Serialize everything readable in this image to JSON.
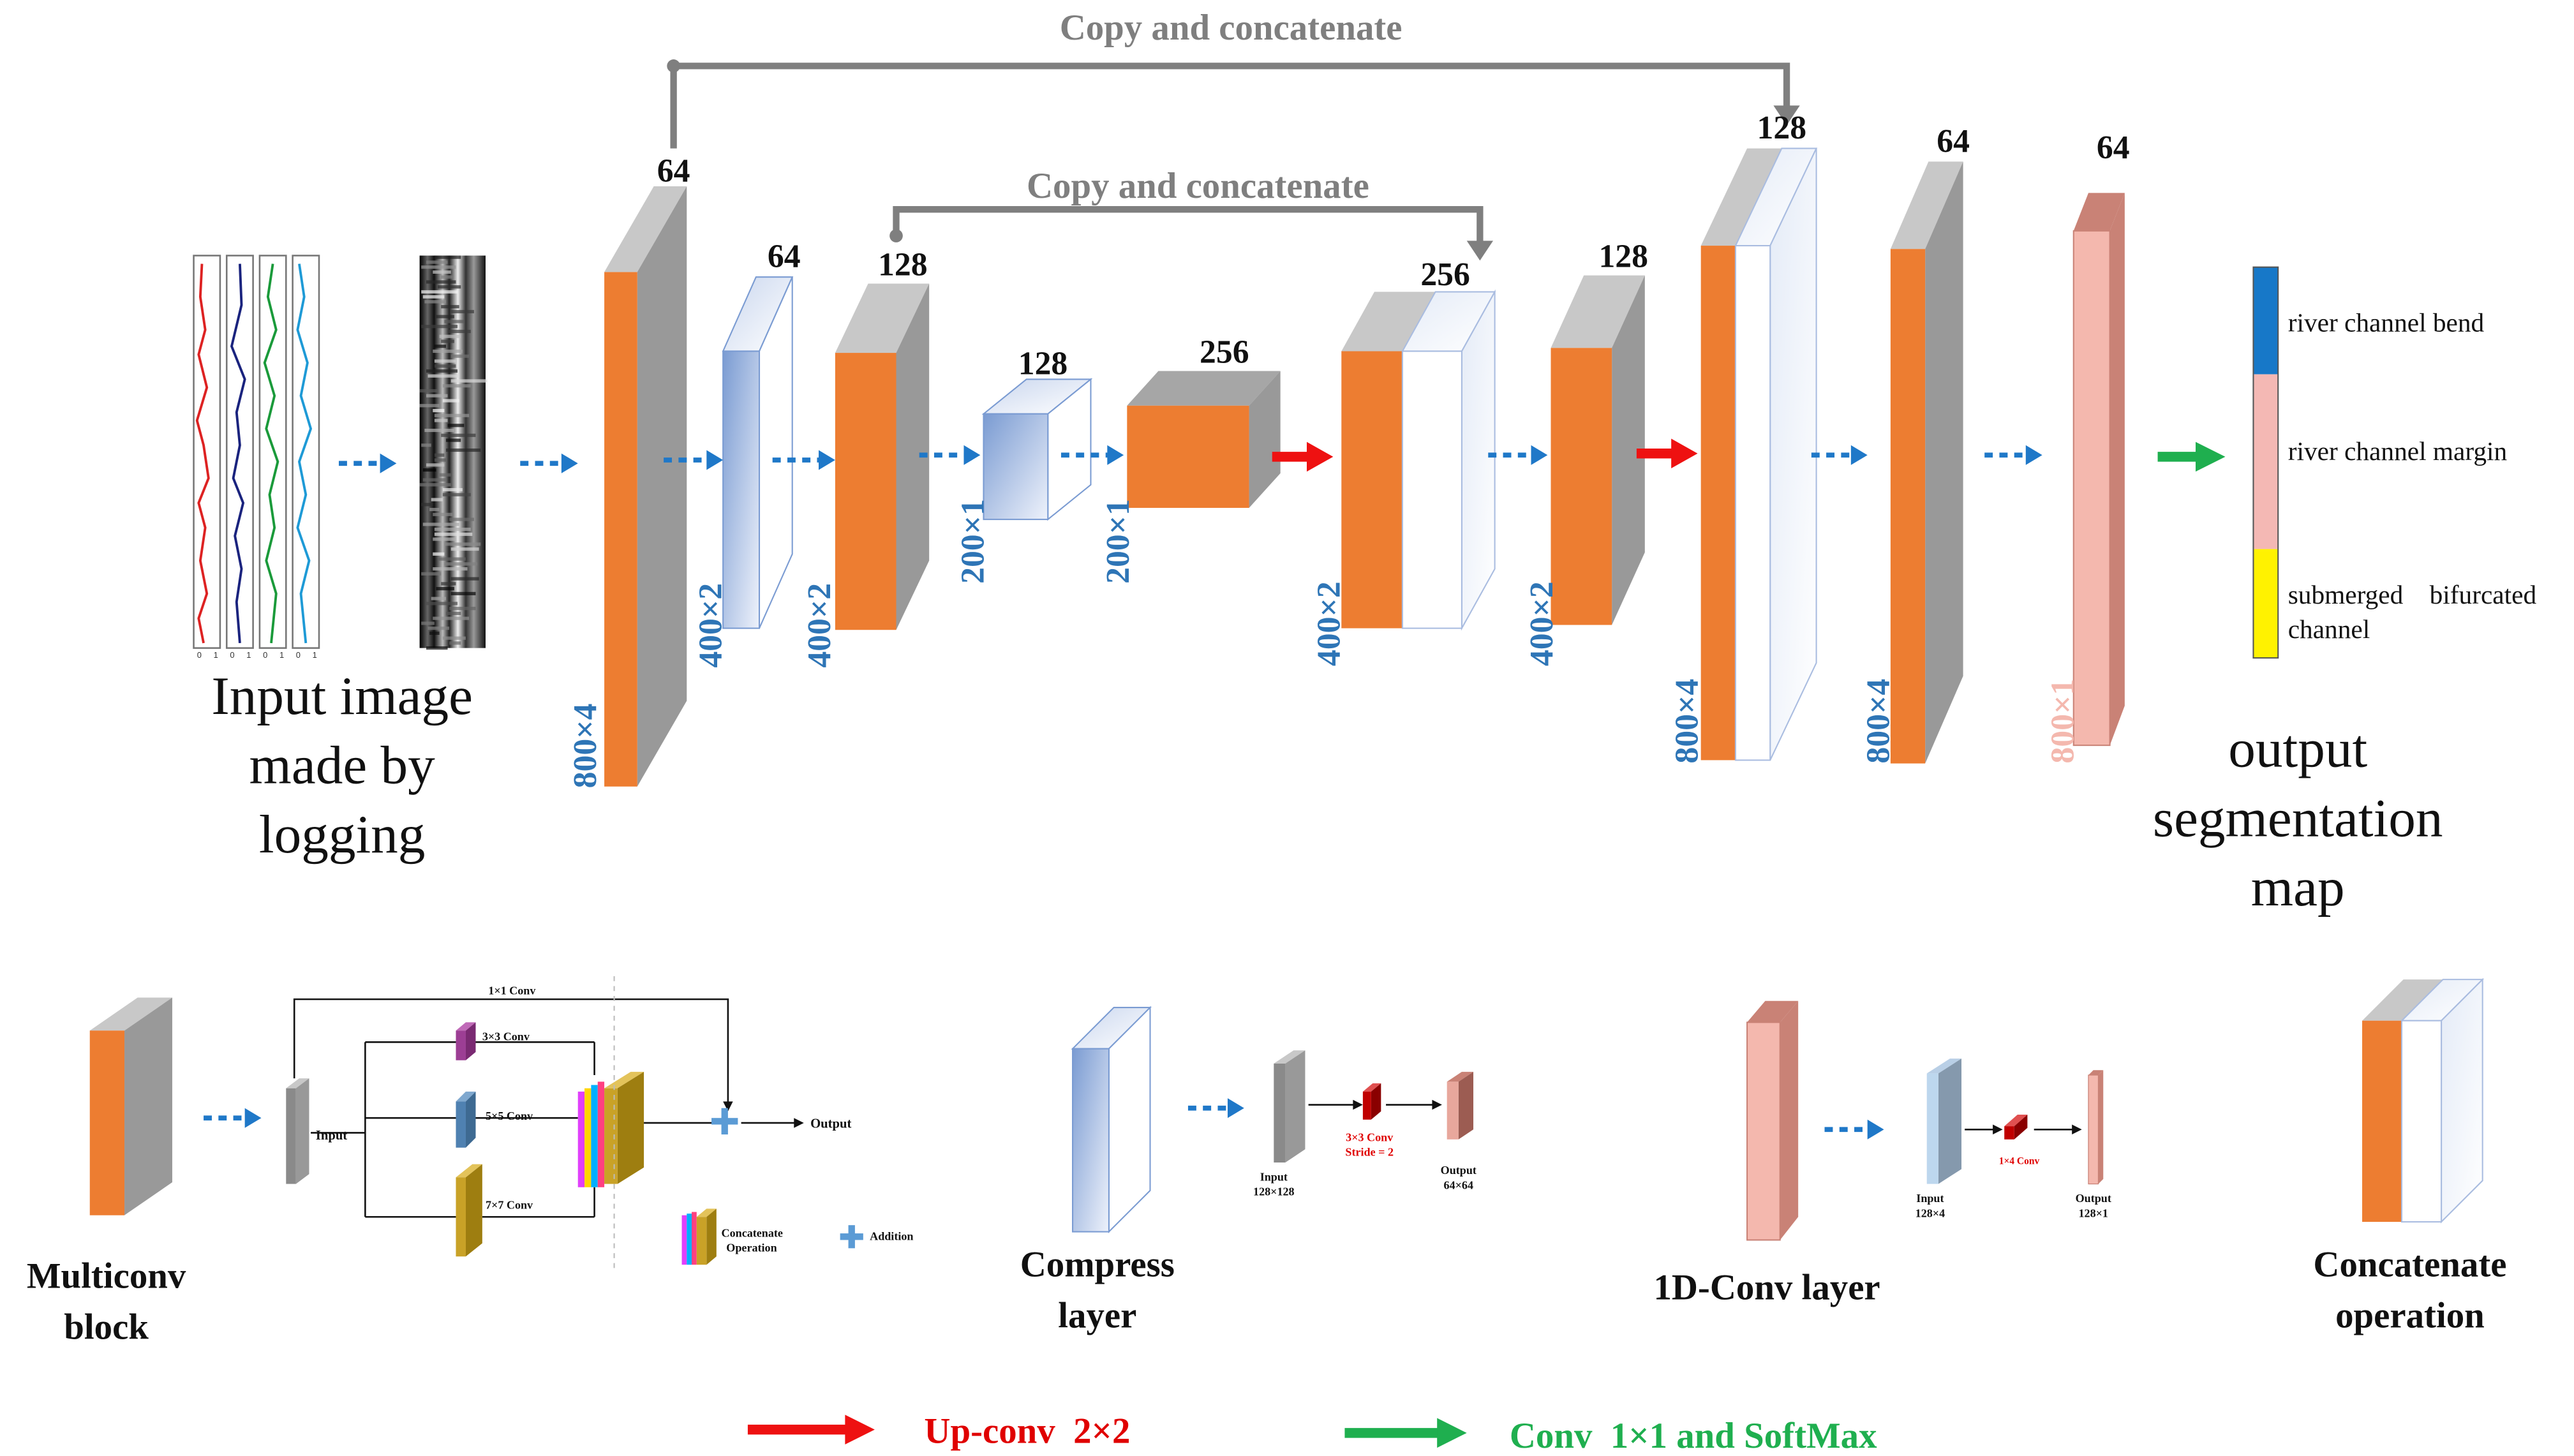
{
  "colors": {
    "orange": "#ED7D31",
    "gray": "#999999",
    "gray_top": "#C8C8C8",
    "blue_arrow": "#1F78C8",
    "red_arrow": "#EE1111",
    "green_arrow": "#1FAF4F",
    "pink": "#F4B8AE",
    "pink_dark": "#C98276",
    "label_blue": "#2E75B6",
    "seg_blue": "#1778C8",
    "seg_pink": "#F4B8B4",
    "seg_yellow": "#FFF200",
    "legend_red": "#E00000",
    "legend_green": "#1FAF4F"
  },
  "skip_connections": {
    "outer_label": "Copy and concatenate",
    "inner_label": "Copy and concatenate"
  },
  "input": {
    "caption_line1": "Input image",
    "caption_line2": "made by",
    "caption_line3": "logging",
    "log_curve_icons": [
      "red-log-curve-icon",
      "navy-log-curve-icon",
      "green-log-curve-icon",
      "blue-log-curve-icon"
    ],
    "log_axis_ticks": [
      "0",
      "1",
      "0",
      "1",
      "0",
      "1",
      "0",
      "1"
    ]
  },
  "network": {
    "enc1": {
      "channels": "64",
      "size": "800×4"
    },
    "comp1": {
      "channels": "64",
      "size": "400×2"
    },
    "enc2": {
      "channels": "128",
      "size": "400×2"
    },
    "comp2": {
      "channels": "128",
      "size": "200×1"
    },
    "bottleneck": {
      "channels": "256",
      "size": "200×1"
    },
    "cat1": {
      "channels": "256",
      "size": "400×2"
    },
    "dec1": {
      "channels": "128",
      "size": "400×2"
    },
    "cat2": {
      "channels": "128",
      "size": "800×4"
    },
    "dec2": {
      "channels": "64",
      "size": "800×4"
    },
    "conv1d": {
      "channels": "64",
      "size": "800×1"
    }
  },
  "output": {
    "caption_line1": "output",
    "caption_line2": "segmentation",
    "caption_line3": "map",
    "classes": [
      "river channel bend",
      "river channel margin",
      "submerged    bifurcated",
      "channel"
    ]
  },
  "legend_blocks": {
    "multiconv": {
      "title_line1": "Multiconv",
      "title_line2": "block",
      "conv1x1": "1×1 Conv",
      "conv3x3": "3×3 Conv",
      "conv5x5": "5×5 Conv",
      "conv7x7": "7×7 Conv",
      "input": "Input",
      "output": "Output",
      "concat_line1": "Concatenate",
      "concat_line2": "Operation",
      "addition": "Addition"
    },
    "compress": {
      "title_line1": "Compress",
      "title_line2": "layer",
      "input_line1": "Input",
      "input_line2": "128×128",
      "op_line1": "3×3 Conv",
      "op_line2": "Stride = 2",
      "output_line1": "Output",
      "output_line2": "64×64"
    },
    "conv1d": {
      "title": "1D-Conv layer",
      "input_line1": "Input",
      "input_line2": "128×4",
      "op": "1×4 Conv",
      "output_line1": "Output",
      "output_line2": "128×1"
    },
    "concat": {
      "title_line1": "Concatenate",
      "title_line2": "operation"
    }
  },
  "arrow_legend": {
    "upconv": "Up-conv  2×2",
    "conv_softmax": "Conv  1×1 and SoftMax"
  }
}
